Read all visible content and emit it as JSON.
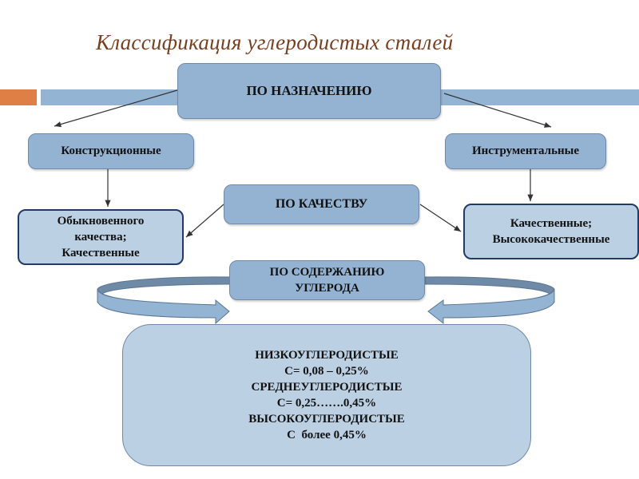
{
  "slide": {
    "title": "Классификация углеродистых сталей",
    "colors": {
      "title": "#7a3e1f",
      "accent_orange": "#df7f45",
      "accent_blue": "#94b4d4",
      "box_dark": "#94b3d2",
      "box_light": "#bcd0e3",
      "box_border_dark": "#223a66"
    }
  },
  "diagram": {
    "purpose": {
      "label": "ПО НАЗНАЧЕНИЮ",
      "left_child": "Конструкционные",
      "right_child": "Инструментальные"
    },
    "quality": {
      "label": "ПО КАЧЕСТВУ",
      "left_lines": [
        "Обыкновенного",
        "качества;",
        "Качественные"
      ],
      "right_lines": [
        "Качественные;",
        "Высококачественные"
      ]
    },
    "carbon": {
      "label_lines": [
        "ПО СОДЕРЖАНИЮ",
        "УГЛЕРОДА"
      ],
      "groups": [
        {
          "name": "НИЗКОУГЛЕРОДИСТЫЕ",
          "range": "С= 0,08 – 0,25%"
        },
        {
          "name": "СРЕДНЕУГЛЕРОДИСТЫЕ",
          "range": "С= 0,25…….0,45%"
        },
        {
          "name": "ВЫСОКОУГЛЕРОДИСТЫЕ",
          "range": "С  более 0,45%"
        }
      ]
    }
  }
}
